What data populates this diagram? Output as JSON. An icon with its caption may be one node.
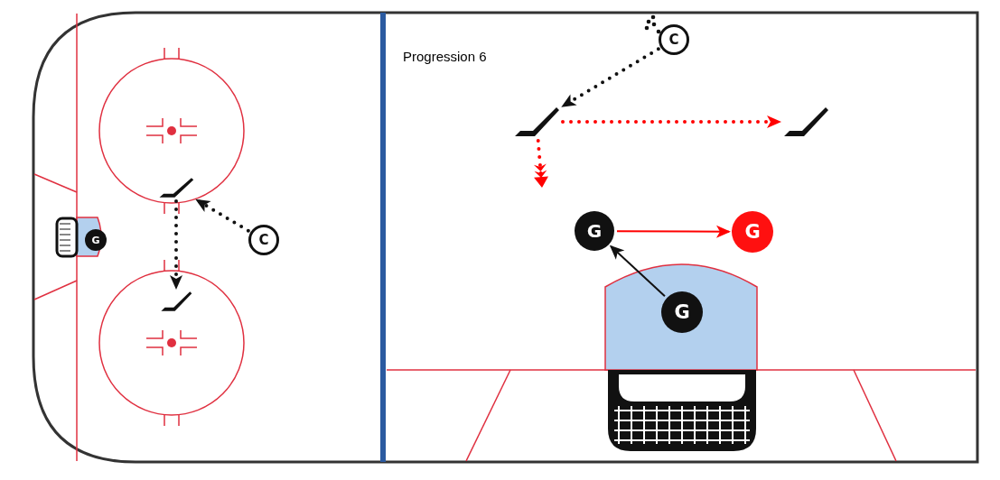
{
  "diagram": {
    "nodes": [
      {
        "text": [],
        "shape": "stick"
      },
      {
        "text": [],
        "shape": "stick"
      },
      {
        "text": [
          "C"
        ]
      },
      {
        "text": [
          "G"
        ]
      },
      {
        "text": [
          "C"
        ]
      },
      {
        "text": [],
        "shape": "stick"
      },
      {
        "text": [],
        "shape": "stick"
      },
      {
        "text": [
          "G"
        ]
      },
      {
        "text": [
          "G"
        ]
      },
      {
        "text": [
          "G"
        ]
      }
    ],
    "edges": [
      {
        "from": 2,
        "to": 0,
        "arrow": "to",
        "style": "dashed"
      },
      {
        "from": 0,
        "to": 1,
        "arrow": "to",
        "style": "dashed"
      },
      {
        "from": 4,
        "to": 5,
        "arrow": "to",
        "style": "dashed"
      },
      {
        "from": 5,
        "to": 6,
        "arrow": "to",
        "style": "dashed",
        "color": "#ff0000"
      },
      {
        "from": 5,
        "to": null,
        "arrow": "to",
        "style": "dashed",
        "color": "#ff0000"
      },
      {
        "from": 9,
        "to": 7,
        "arrow": "to"
      },
      {
        "from": 7,
        "to": 8,
        "arrow": "to",
        "color": "#ff0000"
      }
    ],
    "labels": [
      "Progression 6"
    ]
  }
}
